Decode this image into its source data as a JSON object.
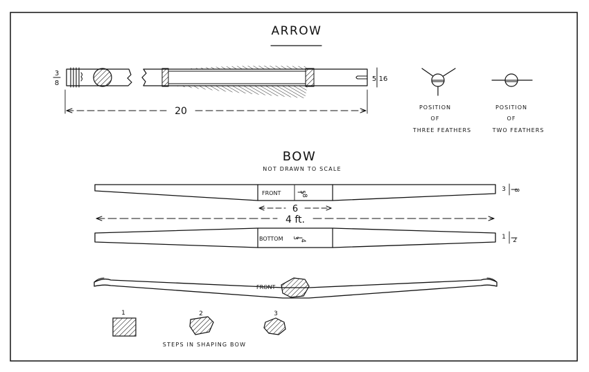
{
  "arrow": {
    "title": "ARROW",
    "nock_dim_num": "3",
    "nock_dim_den": "8",
    "length": "20",
    "tip_dim_num": "5",
    "tip_dim_den": "16"
  },
  "feathers": {
    "three_line1": "POSITION",
    "three_line2": "OF",
    "three_line3": "THREE FEATHERS",
    "two_line1": "POSITION",
    "two_line2": "OF",
    "two_line3": "TWO FEATHERS"
  },
  "bow": {
    "title": "BOW",
    "subtitle": "NOT DRAWN TO SCALE",
    "front_label": "FRONT",
    "front_dim_num": "5",
    "front_dim_den": "8",
    "grip_length": "6",
    "overall_length": "4 ft.",
    "tip_dim_num": "3",
    "tip_dim_den": "8",
    "bottom_label": "BOTTOM",
    "bottom_dim_num": "3",
    "bottom_dim_den": "4",
    "bottom_tip_num": "1",
    "bottom_tip_den": "2",
    "side_front_label": "FRONT"
  },
  "steps": {
    "caption": "STEPS IN SHAPING BOW",
    "labels": [
      "1",
      "2",
      "3"
    ]
  }
}
